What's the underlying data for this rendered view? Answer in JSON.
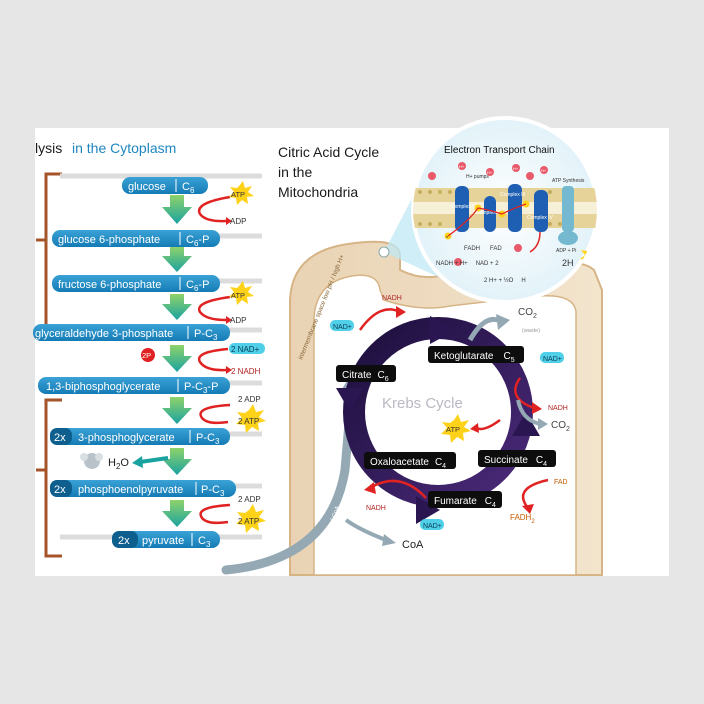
{
  "glycolysis": {
    "title_part1": "lysis",
    "title_part2": "in the Cytoplasm",
    "steps": [
      {
        "name": "glucose",
        "formula": "C",
        "sub": "6",
        "extra": ""
      },
      {
        "name": "glucose 6-phosphate",
        "formula": "C",
        "sub": "6",
        "extra": "-P"
      },
      {
        "name": "fructose 6-phosphate",
        "formula": "C",
        "sub": "6",
        "extra": "-P"
      },
      {
        "name": "glyceraldehyde 3-phosphate",
        "formula": "P-C",
        "sub": "3",
        "extra": ""
      },
      {
        "name": "1,3-biphosphoglycerate",
        "formula": "P-C",
        "sub": "3",
        "extra": "-P"
      },
      {
        "name": "3-phosphoglycerate",
        "formula": "P-C",
        "sub": "3",
        "extra": ""
      },
      {
        "name": "phosphoenolpyruvate",
        "formula": "P-C",
        "sub": "3",
        "extra": ""
      },
      {
        "name": "pyruvate",
        "formula": "C",
        "sub": "3",
        "extra": ""
      }
    ],
    "multiplier": "2x",
    "atp": "ATP",
    "adp": "ADP",
    "nad_plus": "2 NAD+",
    "nadh": "2 NADH",
    "two_adp": "2 ADP",
    "two_atp": "2 ATP",
    "two_p": "2P",
    "water_h": "H",
    "water_sub": "2",
    "water_o": "O"
  },
  "citric": {
    "title_lines": [
      "Citric Acid Cycle",
      "in the",
      "Mitochondria"
    ],
    "membrane_label": "intermembrane space low pH / high H+",
    "acetyl_label": "Acetyl-CoA",
    "cycle_title": "Krebs Cycle",
    "molecules": [
      {
        "name": "Citrate",
        "formula": "C",
        "sub": "6"
      },
      {
        "name": "Ketoglutarate",
        "formula": "C",
        "sub": "5"
      },
      {
        "name": "Succinate",
        "formula": "C",
        "sub": "4"
      },
      {
        "name": "Fumarate",
        "formula": "C",
        "sub": "4"
      },
      {
        "name": "Oxaloacetate",
        "formula": "C",
        "sub": "4"
      }
    ],
    "nad_plus": "NAD+",
    "nadh": "NADH",
    "co2": "CO",
    "co2_sub": "2",
    "co2_note": "(waste)",
    "atp": "ATP",
    "fad": "FAD",
    "fadh2": "FADH",
    "fadh2_sub": "2",
    "coa": "CoA"
  },
  "etc": {
    "title": "Electron Transport Chain",
    "atp_synthase": "ATP Synthesis",
    "h_pumps": "H+ pumps",
    "h_ion": "H+",
    "e_label": "e",
    "complexes": [
      "Complex I",
      "Complex II",
      "Complex III",
      "Complex IV"
    ],
    "fadh2": "FADH",
    "fad": "FAD",
    "nadh_eq": "NADH + H+",
    "nad_eq": "NAD + 2",
    "water_eq": "2 H+ + ½O",
    "h2o": "H",
    "adp_pi": "ADP + Pi",
    "two_h": "2H",
    "atp": "ATP"
  }
}
